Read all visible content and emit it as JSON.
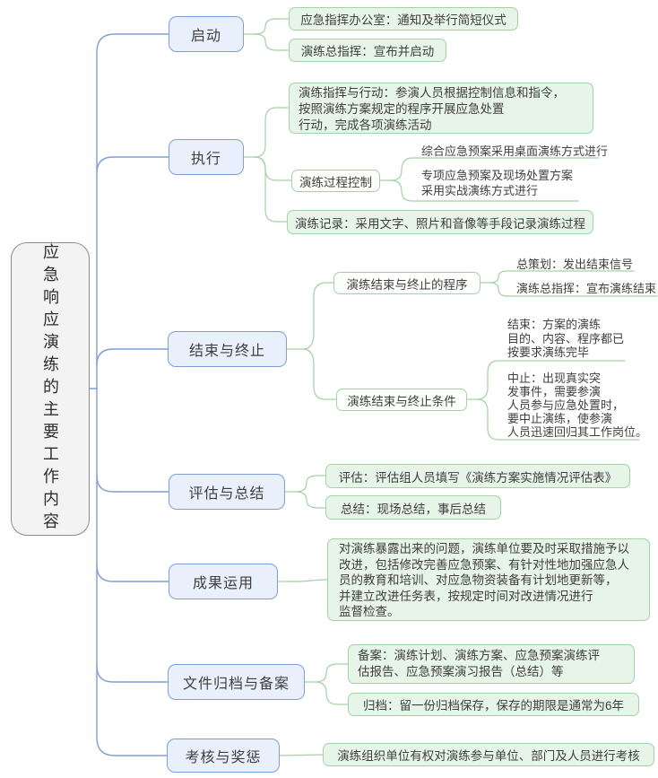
{
  "root": {
    "label": "应急响应演练的主要工作内容"
  },
  "branches": [
    {
      "label": "启动",
      "children": [
        {
          "label": "应急指挥办公室：通知及举行简短仪式"
        },
        {
          "label": "演练总指挥：宣布并启动"
        }
      ]
    },
    {
      "label": "执行",
      "children": [
        {
          "label": "演练指挥与行动：参演人员根据控制信息和指令，\n按照演练方案规定的程序开展应急处置\n行动，完成各项演练活动"
        },
        {
          "label": "演练过程控制",
          "children": [
            {
              "label": "综合应急预案采用桌面演练方式进行"
            },
            {
              "label": "专项应急预案及现场处置方案\n采用实战演练方式进行"
            }
          ]
        },
        {
          "label": "演练记录：采用文字、照片和音像等手段记录演练过程"
        }
      ]
    },
    {
      "label": "结束与终止",
      "children": [
        {
          "label": "演练结束与终止的程序",
          "children": [
            {
              "label": "总策划：发出结束信号"
            },
            {
              "label": "演练总指挥：宣布演练结束"
            }
          ]
        },
        {
          "label": "演练结束与终止条件",
          "children": [
            {
              "label": "结束：方案的演练\n目的、内容、程序都已\n按要求演练完毕"
            },
            {
              "label": "中止：出现真实突\n发事件，需要参演\n人员参与应急处置时，\n要中止演练，使参演\n人员迅速回归其工作岗位。"
            }
          ]
        }
      ]
    },
    {
      "label": "评估与总结",
      "children": [
        {
          "label": "评估：评估组人员填写《演练方案实施情况评估表》"
        },
        {
          "label": "总结：现场总结，事后总结"
        }
      ]
    },
    {
      "label": "成果运用",
      "children": [
        {
          "label": "对演练暴露出来的问题，演练单位要及时采取措施予以\n改进，包括修改完善应急预案、有针对性地加强应急人\n员的教育和培训、对应急物资装备有计划地更新等，\n并建立改进任务表，按规定时间对改进情况进行\n监督检查。"
        }
      ]
    },
    {
      "label": "文件归档与备案",
      "children": [
        {
          "label": "备案：演练计划、演练方案、应急预案演练评\n估报告、应急预案演习报告（总结）等"
        },
        {
          "label": "归档：留一份归档保存，保存的期限是通常为6年"
        }
      ]
    },
    {
      "label": "考核与奖惩",
      "children": [
        {
          "label": "演练组织单位有权对演练参与单位、部门及人员进行考核"
        }
      ]
    }
  ],
  "colors": {
    "main_branch_border": "#7d9fd6",
    "main_branch_fill": "#e9effb",
    "sub_branch_border": "#a3d2a4",
    "sub_branch_fill": "#e7f4e8",
    "root_border": "#8c8c8c",
    "root_fill": "#f3f3f3",
    "text": "#3f3f3f"
  }
}
